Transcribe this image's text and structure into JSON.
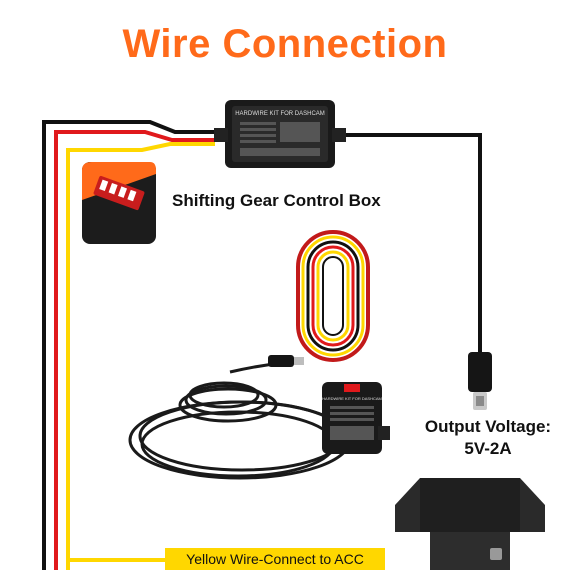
{
  "title": "Wire Connection",
  "labels": {
    "gear_box": "Shifting Gear Control Box",
    "output_line1": "Output Voltage:",
    "output_line2": "5V-2A",
    "yellow_wire": "Yellow Wire-Connect to ACC"
  },
  "device": {
    "box_header": "HARDWIRE KIT FOR DASHCAM",
    "small_box_header": "HARDWIRE KIT FOR DASHCAM"
  },
  "colors": {
    "title": "#ff6a1a",
    "wire_red": "#e0191c",
    "wire_yellow": "#ffd700",
    "wire_black": "#111111",
    "banner": "#ffd700"
  }
}
